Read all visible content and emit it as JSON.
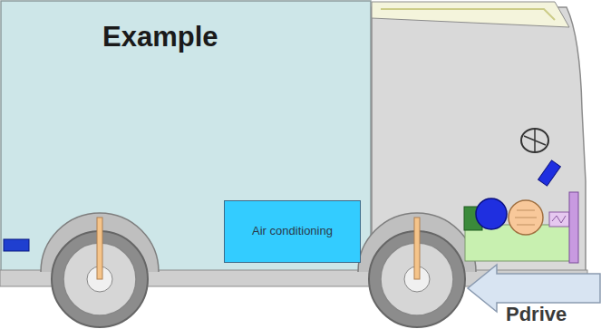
{
  "diagram": {
    "nodes": [
      {
        "text": [
          "Example"
        ]
      },
      {
        "text": [
          "Air conditioning"
        ],
        "in": 0
      }
    ],
    "labels": [
      "Pdrive"
    ]
  }
}
